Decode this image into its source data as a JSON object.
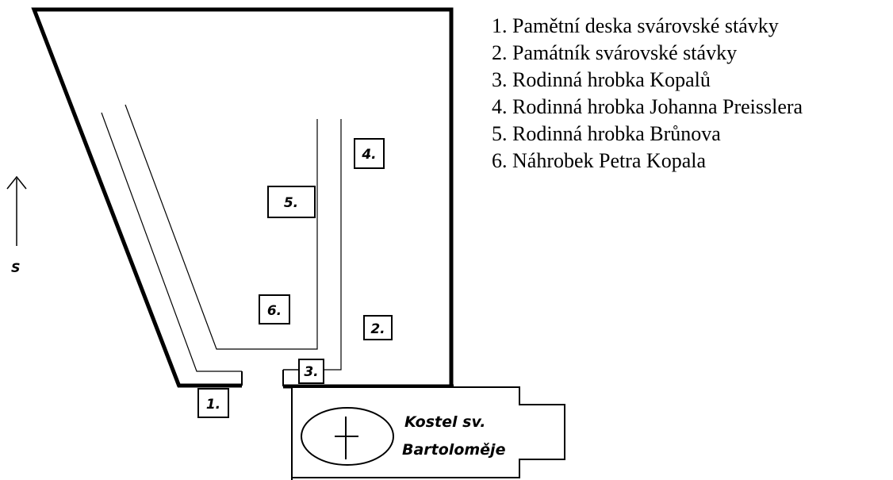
{
  "legend": [
    "1. Pamětní deska svárovské stávky",
    "2. Památník svárovské stávky",
    "3. Rodinná hrobka Kopalů",
    "4. Rodinná hrobka Johanna Preisslera",
    "5. Rodinná hrobka Brůnova",
    "6. Náhrobek Petra Kopala"
  ],
  "markers": [
    "1.",
    "2.",
    "3.",
    "4.",
    "5.",
    "6."
  ],
  "church": {
    "line1": "Kostel sv.",
    "line2": "Bartoloměje"
  },
  "north": {
    "label": "S"
  }
}
